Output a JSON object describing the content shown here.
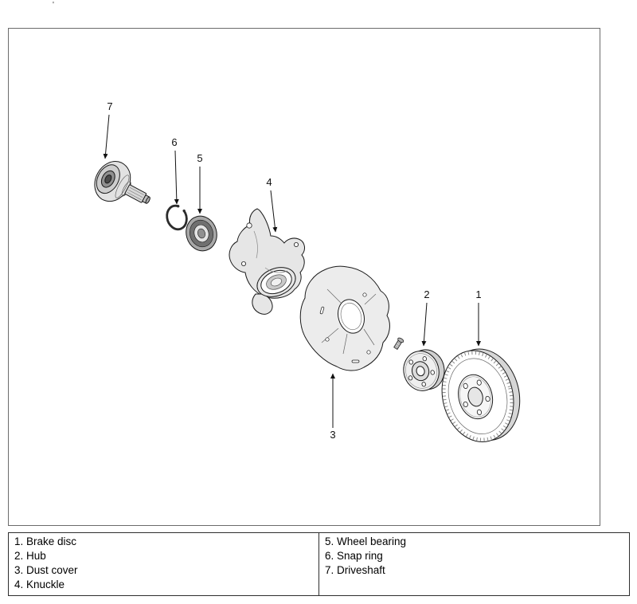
{
  "page": {
    "top_mark": "'"
  },
  "diagram": {
    "callouts": [
      {
        "label": "1"
      },
      {
        "label": "2"
      },
      {
        "label": "3"
      },
      {
        "label": "4"
      },
      {
        "label": "5"
      },
      {
        "label": "6"
      },
      {
        "label": "7"
      }
    ]
  },
  "legend": {
    "left": [
      "1. Brake disc",
      "2. Hub",
      "3. Dust cover",
      "4. Knuckle"
    ],
    "right": [
      "5. Wheel bearing",
      "6. Snap ring",
      "7. Driveshaft"
    ]
  },
  "colors": {
    "frame_border": "#6b6b6b",
    "table_border": "#2e2e2e",
    "ink": "#1a1a1a"
  }
}
